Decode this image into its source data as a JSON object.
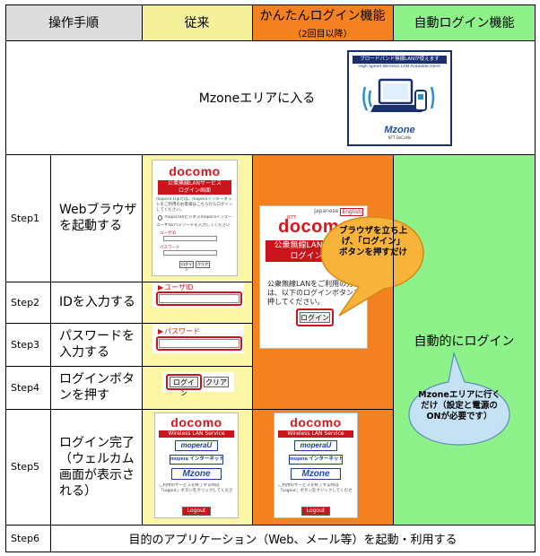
{
  "header": {
    "procedure": "操作手順",
    "conventional": "従来",
    "easy_login": "かんたんログイン機能",
    "easy_login_note": "（2回目以降）",
    "auto_login": "自動ログイン機能"
  },
  "area_row": {
    "text": "Mzoneエリアに入る",
    "poster": {
      "title": "ブロードバンド無線LANが使えます",
      "subtitle": "High Speed Wireless LAN Available Here!",
      "brand": "Mzone",
      "brand_sub": "NTT DoCoMo"
    }
  },
  "steps": [
    {
      "label": "Step1",
      "text": "Webブラウザを起動する"
    },
    {
      "label": "Step2",
      "text": "IDを入力する"
    },
    {
      "label": "Step3",
      "text": "パスワードを入力する"
    },
    {
      "label": "Step4",
      "text": "ログインボタンを押す"
    },
    {
      "label": "Step5",
      "text": "ログイン完了（ウェルカム画面が表示される）"
    },
    {
      "label": "Step6",
      "text": "目的のアプリケーション（Web、メール等）を起動・利用する"
    }
  ],
  "conventional_screen": {
    "brand": "docomo",
    "service_title": "公衆無線LANサービス",
    "service_sub": "ログイン画面",
    "instruction": "mopera Uまたは、moperaインターネットをご利用のお客様はこちらからログインしてください。",
    "radio": "moperaU/ビジネスmoperaインターネット",
    "user_pass_label": "ユーザID/パスワードを入力してください",
    "user_id": "ユーザID",
    "password": "パスワード",
    "login": "ログイン",
    "clear": "クリア"
  },
  "easy_screen": {
    "lang": "Japanese",
    "lang_sel": "English",
    "ntt": "NTT",
    "brand": "docomo",
    "service_title": "公衆無線LANサービス",
    "service_sub": "ログイン画面",
    "body": "公衆無線LANをご利用の方は、以下のログインボタンを押してください。",
    "login": "ログイン"
  },
  "callout_easy": "ブラウザを立ち上げ、「ログイン」ボタンを押すだけ",
  "auto": {
    "text": "自動的にログイン",
    "callout": "Mzoneエリアに行くだけ（設定と電源のONが必要です）"
  },
  "welcome": {
    "brand": "docomo",
    "service": "Wireless LAN Service",
    "badge1": "moperaU",
    "badge2": "mopera インターネット",
    "badge3": "Mzone",
    "note": "ご利用のサービスを終了する時は「Logout」ボタンをクリックしてください。",
    "logout": "Logout"
  },
  "colors": {
    "header_gray": "#dcdcdc",
    "header_yellow": "#f4f19a",
    "conventional_bg": "#fbf6a6",
    "easy_orange": "#f58220",
    "auto_green": "#8ef28a",
    "docomo_red": "#d8161c",
    "callout_orange": "#f8b43a",
    "callout_blue": "#c5e1f4"
  }
}
